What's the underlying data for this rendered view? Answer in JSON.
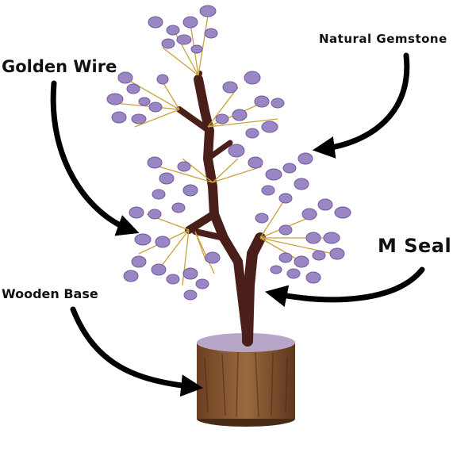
{
  "labels": {
    "golden_wire": "Golden Wire",
    "natural_gemstone": "Natural Gemstone",
    "m_seal": "M Seal",
    "wooden_base": "Wooden Base"
  },
  "colors": {
    "gem": "#9b86c4",
    "gem_dark": "#6e5aa0",
    "wire": "#c9a23a",
    "trunk": "#4a1f1a",
    "base": "#8a5a33",
    "arrow": "#000000"
  }
}
